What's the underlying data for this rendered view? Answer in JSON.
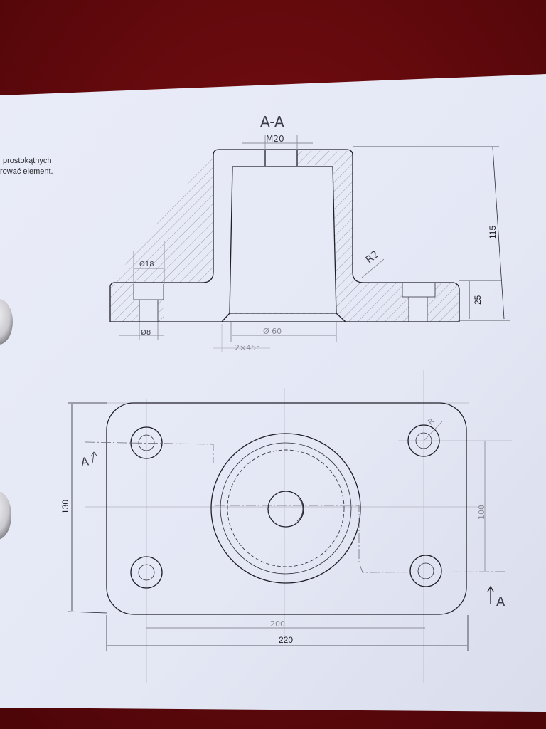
{
  "page_text": {
    "line1": "prostokątnych",
    "line2": "rować element."
  },
  "section_view": {
    "title": "A-A",
    "hole_dim": "M20",
    "counterbore_dim": "Ø18",
    "bolt_hole_dim": "Ø8",
    "fillet_dim": "R2",
    "bore_dim": "Ø 60",
    "chamfer_dim": "2×45°",
    "height_total": "115",
    "height_base": "25"
  },
  "plan_view": {
    "width": "220",
    "hole_spacing_x": "200",
    "height": "130",
    "hole_spacing_y": "100",
    "corner_radius": "R",
    "section_marker_left": "A",
    "section_marker_right": "A"
  },
  "colors": {
    "background": "#6e0a0e",
    "paper": "#e8ebf7",
    "ink": "#1f1f28",
    "pencil": "#8d8d9a"
  }
}
